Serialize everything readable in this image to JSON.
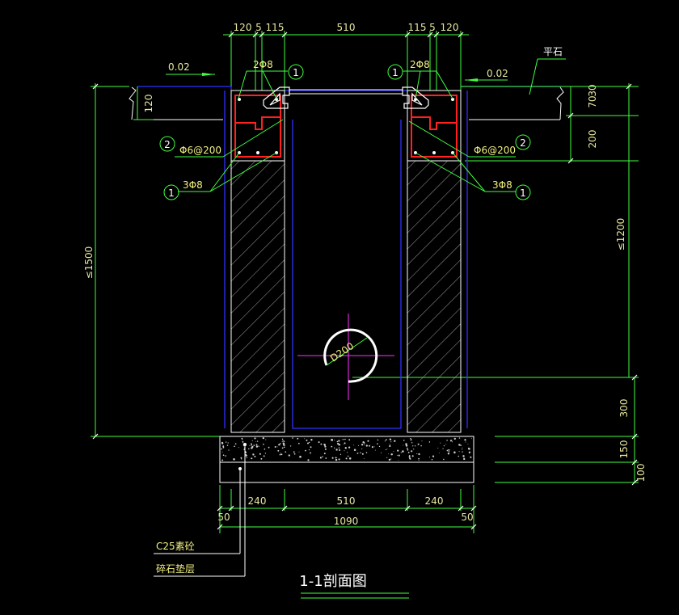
{
  "title": "1-1剖面图",
  "top_dims": [
    "120",
    "5",
    "115",
    "510",
    "115",
    "5",
    "120"
  ],
  "bottom_dims": [
    "240",
    "510",
    "240"
  ],
  "bottom_total": "1090",
  "bottom_edge_left": "50",
  "bottom_edge_right": "50",
  "left_dims": [
    "120",
    "≤1500"
  ],
  "right_dims": [
    "70",
    "30",
    "200",
    "≤1200",
    "300",
    "150",
    "100"
  ],
  "slope_left": "0.02",
  "slope_right": "0.02",
  "flat_stone": "平石",
  "rebar_top": "2Φ8",
  "rebar_stirrup": "Φ6@200",
  "rebar_bottom": "3Φ8",
  "marker_1": "1",
  "marker_2": "2",
  "pipe_label": "D200",
  "legend_concrete": "C25素砼",
  "legend_gravel": "碎石垫层"
}
